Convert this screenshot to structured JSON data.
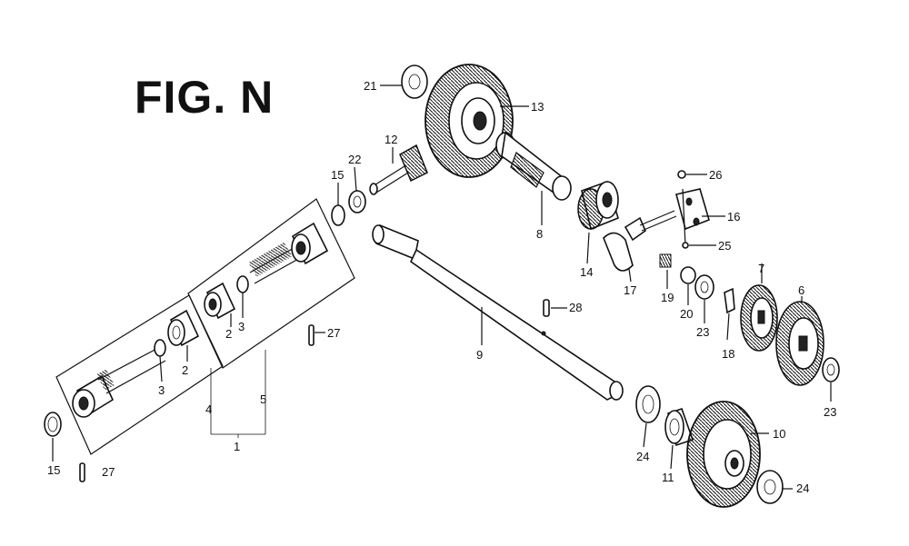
{
  "figure": {
    "title": "FIG. N"
  },
  "callouts": [
    {
      "id": "c1",
      "label": "1"
    },
    {
      "id": "c2a",
      "label": "2"
    },
    {
      "id": "c2b",
      "label": "2"
    },
    {
      "id": "c3a",
      "label": "3"
    },
    {
      "id": "c3b",
      "label": "3"
    },
    {
      "id": "c4",
      "label": "4"
    },
    {
      "id": "c5",
      "label": "5"
    },
    {
      "id": "c6",
      "label": "6"
    },
    {
      "id": "c7",
      "label": "7"
    },
    {
      "id": "c8",
      "label": "8"
    },
    {
      "id": "c9",
      "label": "9"
    },
    {
      "id": "c10",
      "label": "10"
    },
    {
      "id": "c11",
      "label": "11"
    },
    {
      "id": "c12",
      "label": "12"
    },
    {
      "id": "c13",
      "label": "13"
    },
    {
      "id": "c14",
      "label": "14"
    },
    {
      "id": "c15a",
      "label": "15"
    },
    {
      "id": "c15b",
      "label": "15"
    },
    {
      "id": "c16",
      "label": "16"
    },
    {
      "id": "c17",
      "label": "17"
    },
    {
      "id": "c18",
      "label": "18"
    },
    {
      "id": "c19",
      "label": "19"
    },
    {
      "id": "c20",
      "label": "20"
    },
    {
      "id": "c21",
      "label": "21"
    },
    {
      "id": "c22",
      "label": "22"
    },
    {
      "id": "c23a",
      "label": "23"
    },
    {
      "id": "c23b",
      "label": "23"
    },
    {
      "id": "c24a",
      "label": "24"
    },
    {
      "id": "c24b",
      "label": "24"
    },
    {
      "id": "c25",
      "label": "25"
    },
    {
      "id": "c26",
      "label": "26"
    },
    {
      "id": "c27a",
      "label": "27"
    },
    {
      "id": "c27b",
      "label": "27"
    },
    {
      "id": "c28",
      "label": "28"
    }
  ]
}
